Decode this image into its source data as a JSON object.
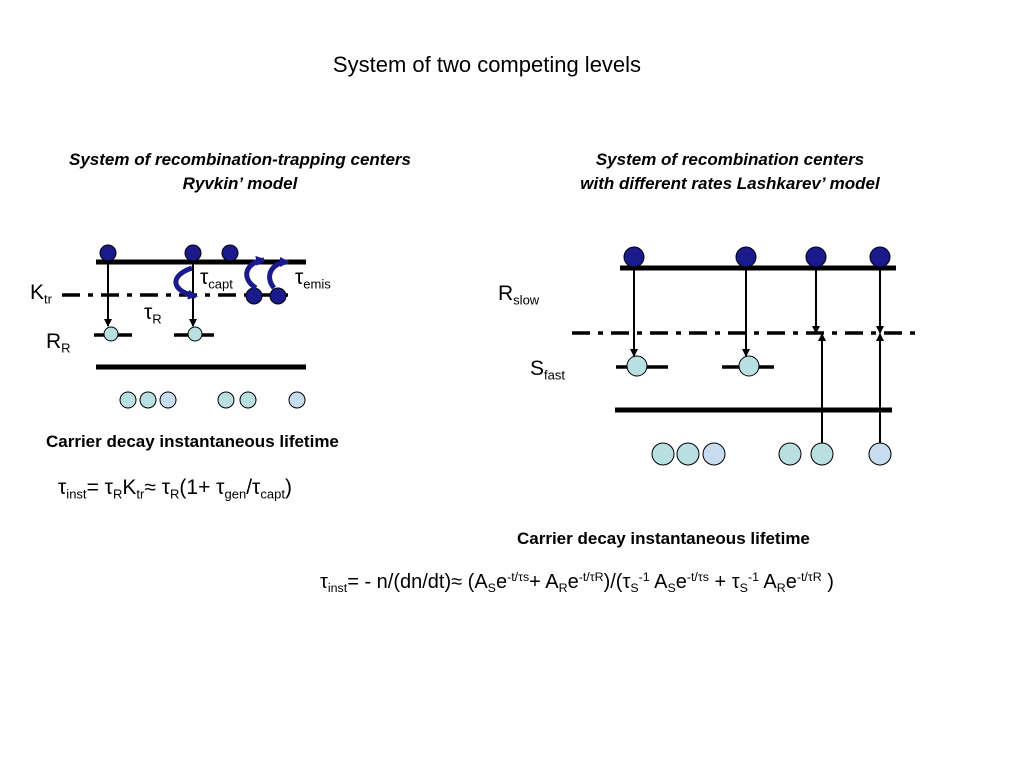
{
  "title": "System of  two competing levels",
  "left": {
    "subtitle_line1": "System of recombination-trapping centers",
    "subtitle_line2": "Ryvkin’ model",
    "label_K": "K",
    "label_K_sub": "tr",
    "label_R": "R",
    "label_R_sub": "R",
    "tau_R": "τ",
    "tau_R_sub": "R",
    "tau_capt": "τ",
    "tau_capt_sub": "capt",
    "tau_emis": "τ",
    "tau_emis_sub": "emis",
    "caption": "Carrier decay instantaneous lifetime",
    "eq": {
      "t1": "τ",
      "s1": "inst",
      "t2": "= τ",
      "s2": "R",
      "t3": "K",
      "s3": "tr",
      "t4": "≈ τ",
      "s4": "R",
      "t5": "(1+ τ",
      "s5": "gen",
      "t6": "/τ",
      "s6": "capt",
      "t7": ")"
    }
  },
  "right": {
    "subtitle_line1": "System of recombination centers",
    "subtitle_line2": "with different rates Lashkarev’ model",
    "label_R": "R",
    "label_R_sub": "slow",
    "label_S": "S",
    "label_S_sub": "fast",
    "caption": "Carrier decay instantaneous lifetime",
    "eq": {
      "a": "τ",
      "a_sub": "inst",
      "b": "= -  n/(dn/dt)≈ (A",
      "b_sub": "S",
      "c": "e",
      "c_sup": "-t/τs",
      "d": "+ A",
      "d_sub": "R",
      "e": "e",
      "e_sup": "-t/τR",
      "f": ")/(τ",
      "f_sub": "S",
      "f_sup": "-1",
      "g": " A",
      "g_sub": "S",
      "h": "e",
      "h_sup": "-t/τs",
      "i": " + τ",
      "i_sub": "S",
      "i_sup": "-1",
      "j": " A",
      "j_sub": "R",
      "k": "e",
      "k_sup": "-t/τR",
      "l": " )"
    }
  },
  "colors": {
    "dark_dot": "#1a1a8c",
    "light_dot": "#b8e0e0",
    "light_dot_blue": "#c8dcf0",
    "line": "#000000"
  }
}
